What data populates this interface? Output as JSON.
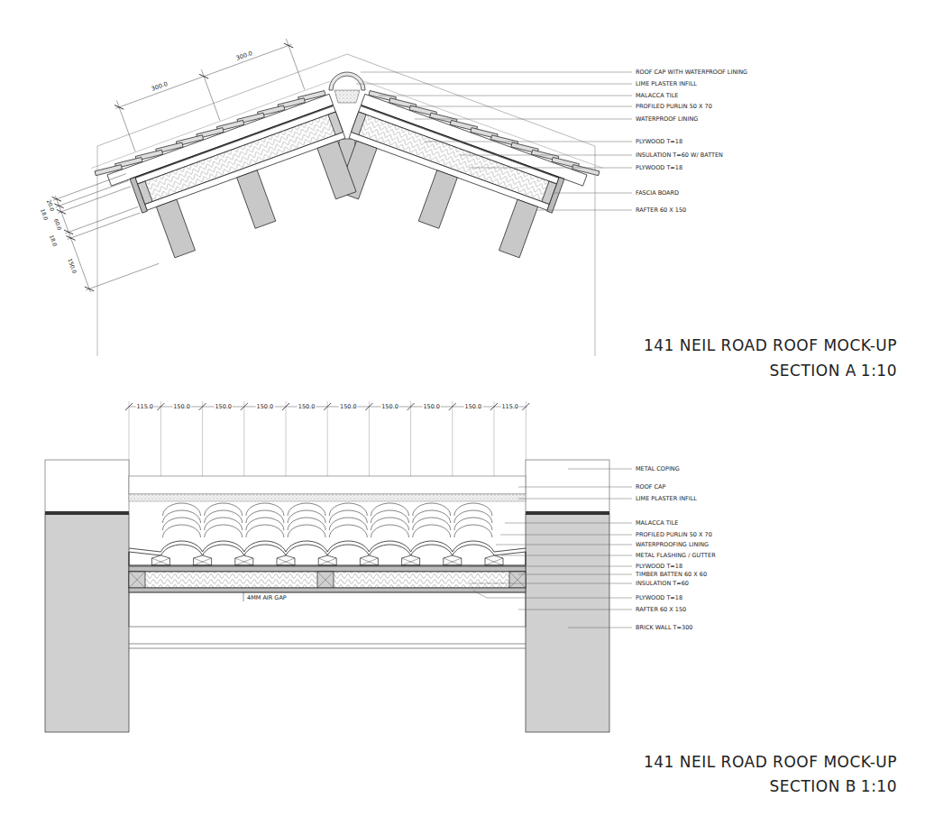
{
  "diagram": {
    "labels": [
      "ROOF CAP WITH WATERPROOF LINING",
      "LIME PLASTER INFILL",
      "MALACCA TILE",
      "PROFILED PURLIN 50 X 70",
      "WATERPROOF LINING",
      "PLYWOOD T=18",
      "INSULATION T=60 W/ BATTEN",
      "PLYWOOD T=18",
      "FASCIA BOARD",
      "RAFTER 60 X 150",
      "300.0",
      "300.0",
      "20.0",
      "18.0",
      "60.0",
      "18.0",
      "150.0",
      "141 NEIL ROAD ROOF MOCK-UP",
      "SECTION A",
      "1:10",
      "115.0",
      "150.0",
      "150.0",
      "150.0",
      "150.0",
      "150.0",
      "150.0",
      "150.0",
      "150.0",
      "115.0",
      "METAL COPING",
      "ROOF CAP",
      "LIME PLASTER INFILL",
      "MALACCA TILE",
      "PROFILED PURLIN 50 X 70",
      "WATERPROOFING LINING",
      "METAL FLASHING / GUTTER",
      "PLYWOOD T=18",
      "TIMBER BATTEN 60 X 60",
      "INSULATION T=60",
      "PLYWOOD T=18",
      "RAFTER 60 X 150",
      "BRICK WALL T=300",
      "4MM AIR GAP",
      "141 NEIL ROAD ROOF MOCK-UP",
      "SECTION B",
      "1:10"
    ]
  }
}
